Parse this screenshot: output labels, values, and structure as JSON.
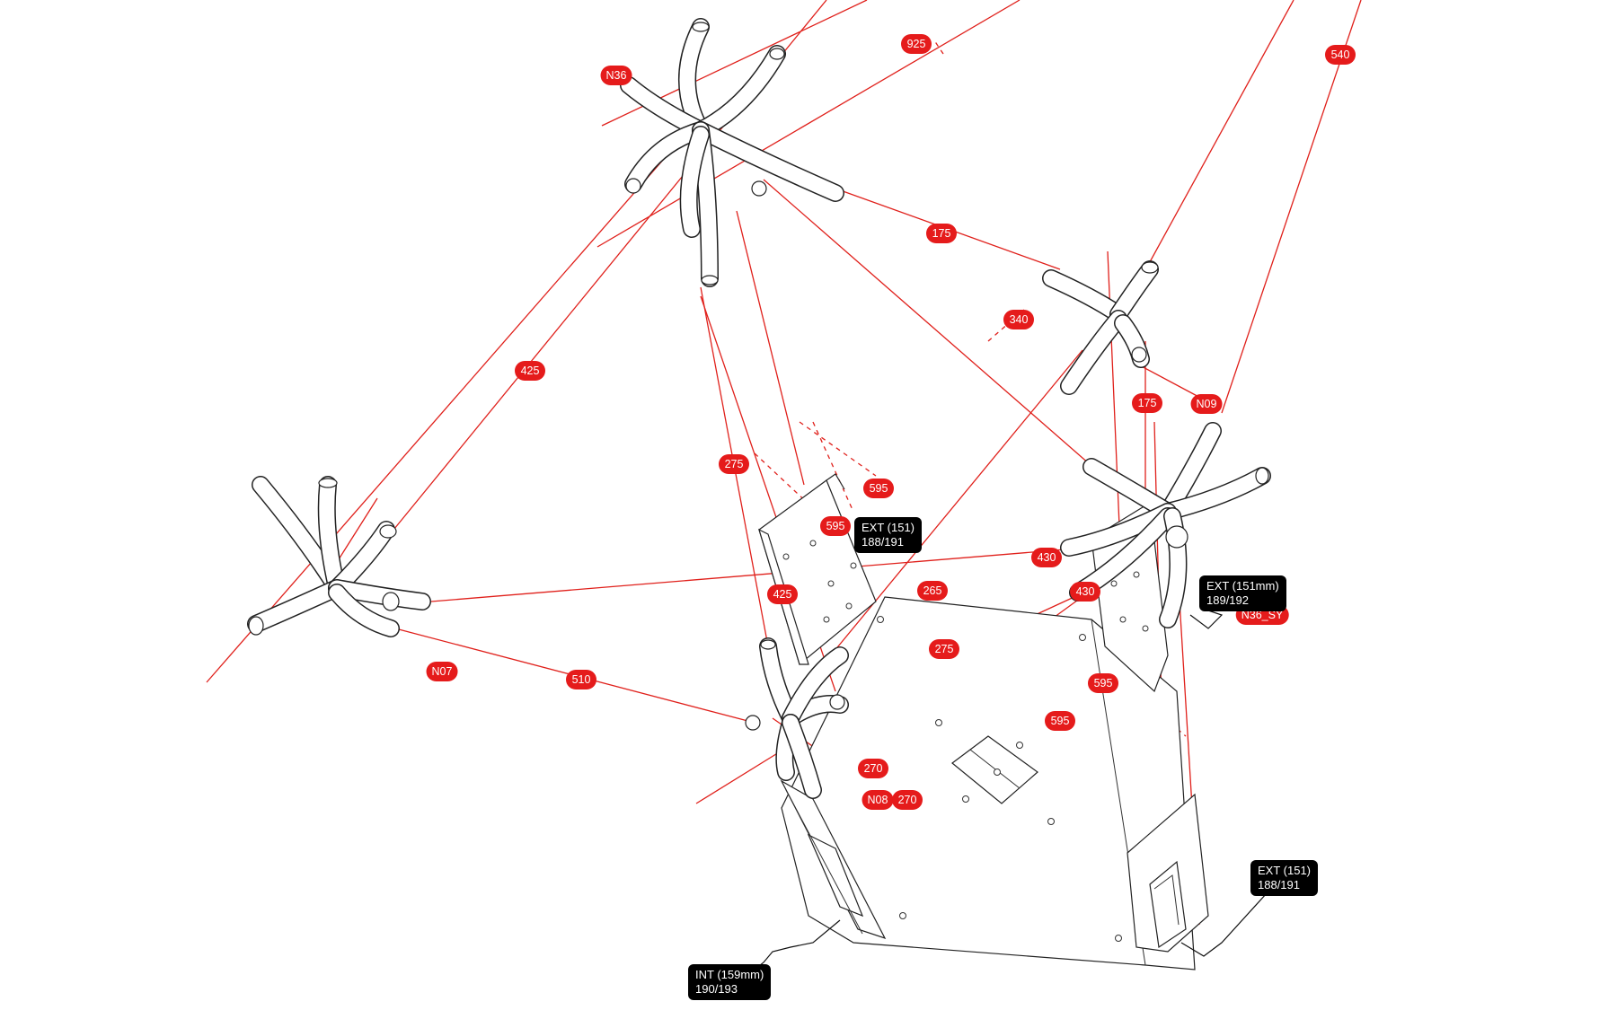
{
  "nodes": {
    "n36": "N36",
    "n09": "N09",
    "n07": "N07",
    "n08": "N08",
    "n36_sy": "N36_SY"
  },
  "dims": {
    "d925": "925",
    "d540": "540",
    "d175a": "175",
    "d340": "340",
    "d425a": "425",
    "d175b": "175",
    "d275a": "275",
    "d595a": "595",
    "d595b": "595",
    "d430a": "430",
    "d430b": "430",
    "d425b": "425",
    "d265": "265",
    "d275b": "275",
    "d510": "510",
    "d595c": "595",
    "d595d": "595",
    "d270a": "270",
    "d270b": "270"
  },
  "tags": {
    "ext_top": {
      "line1": "EXT (151)",
      "line2": "188/191"
    },
    "ext_right": {
      "line1": "EXT (151mm)",
      "line2": "189/192"
    },
    "ext_bottom": {
      "line1": "EXT (151)",
      "line2": "188/191"
    },
    "int_bottom": {
      "line1": "INT (159mm)",
      "line2": "190/193"
    }
  },
  "colors": {
    "accent_red": "#e51b1b",
    "line_red": "#e0201b",
    "tag_black": "#000000"
  }
}
